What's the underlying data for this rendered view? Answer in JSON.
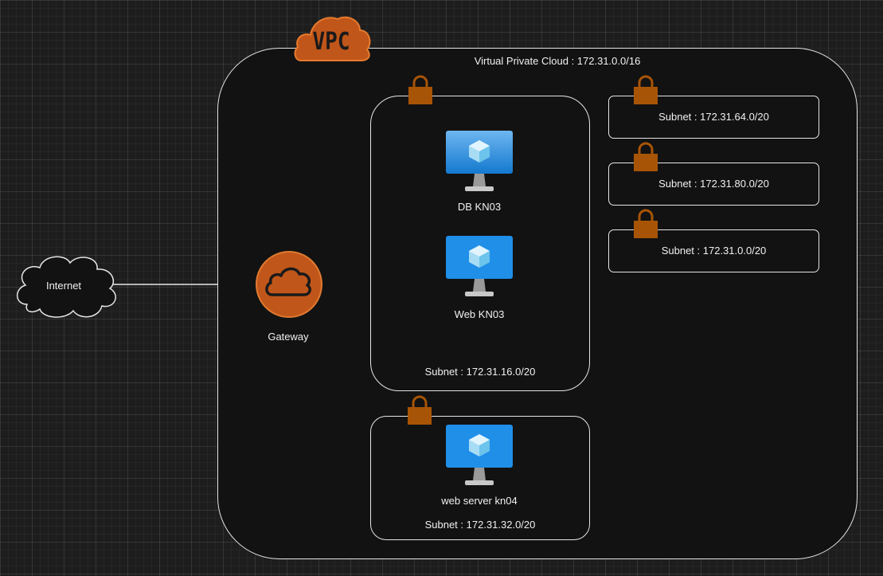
{
  "vpc": {
    "badge_text": "VPC",
    "title": "Virtual Private Cloud : 172.31.0.0/16"
  },
  "internet": {
    "label": "Internet"
  },
  "gateway": {
    "label": "Gateway"
  },
  "subnets": [
    {
      "label": "Subnet : 172.31.16.0/20",
      "instances": [
        "DB KN03",
        "Web KN03"
      ]
    },
    {
      "label": "Subnet : 172.31.32.0/20",
      "instances": [
        "web server kn04"
      ]
    },
    {
      "label": "Subnet : 172.31.64.0/20"
    },
    {
      "label": "Subnet : 172.31.80.0/20"
    },
    {
      "label": "Subnet : 172.31.0.0/20"
    }
  ],
  "colors": {
    "accent_orange": "#c0561a",
    "lock_brown": "#a85406",
    "monitor_blue": "#1f8fe8",
    "line": "#e6e6e6"
  },
  "icons": [
    "cloud-icon",
    "lock-icon",
    "virtual-machine-icon",
    "gateway-cloud-icon"
  ]
}
